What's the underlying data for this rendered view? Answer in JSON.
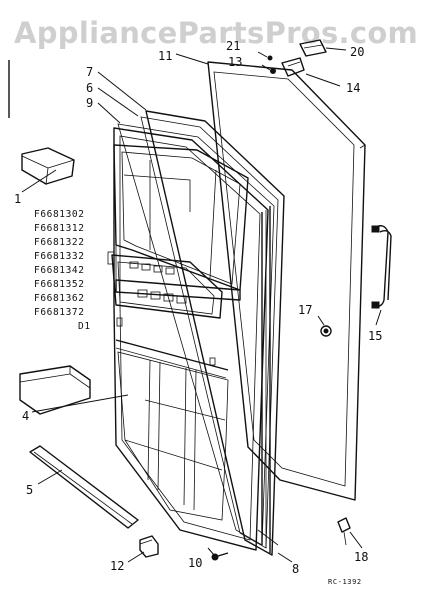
{
  "watermark": "AppliancePartsPros.com",
  "callouts": {
    "c1": "1",
    "c4": "4",
    "c5": "5",
    "c6": "6",
    "c7": "7",
    "c8": "8",
    "c9": "9",
    "c10": "10",
    "c11": "11",
    "c12": "12",
    "c13": "13",
    "c14": "14",
    "c15": "15",
    "c17": "17",
    "c18": "18",
    "c20": "20",
    "c21": "21"
  },
  "model_codes": [
    "F6681302",
    "F6681312",
    "F6681322",
    "F6681332",
    "F6681342",
    "F6681352",
    "F6681362",
    "F6681372",
    "D1"
  ],
  "drawing_ref": "RC-1392"
}
